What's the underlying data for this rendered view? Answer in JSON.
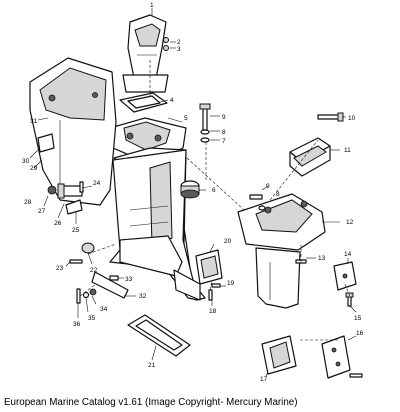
{
  "caption": "European Marine Catalog v1.61 (Image Copyright- Mercury Marine)",
  "callouts": [
    "1",
    "2",
    "3",
    "4",
    "5",
    "6",
    "7",
    "8",
    "9",
    "10",
    "11",
    "12",
    "13",
    "14",
    "15",
    "16",
    "17",
    "18",
    "19",
    "20",
    "21",
    "22",
    "23",
    "24",
    "25",
    "26",
    "27",
    "28",
    "29",
    "30",
    "31",
    "32",
    "33",
    "34",
    "35",
    "36"
  ]
}
